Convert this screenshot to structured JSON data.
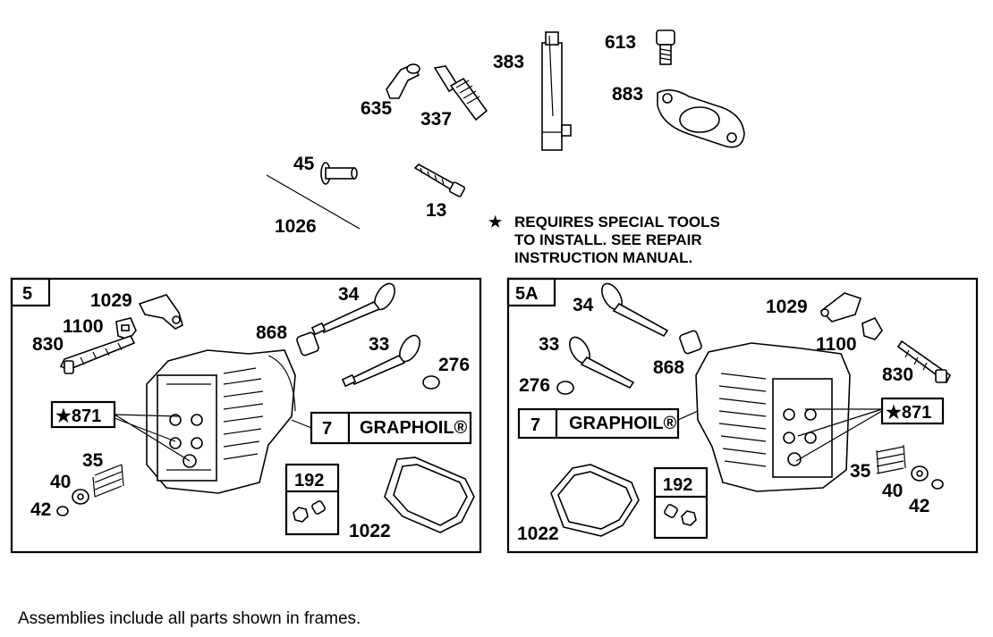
{
  "notes": {
    "star": "★",
    "special_tools": [
      "REQUIRES SPECIAL TOOLS",
      "TO INSTALL.  SEE REPAIR",
      "INSTRUCTION MANUAL."
    ],
    "footer": "Assemblies include all parts shown in frames."
  },
  "top_parts": {
    "p613": "613",
    "p383": "383",
    "p883": "883",
    "p635": "635",
    "p337": "337",
    "p45": "45",
    "p1026": "1026",
    "p13": "13"
  },
  "left_frame": {
    "id": "5",
    "labels": {
      "p1029": "1029",
      "p1100": "1100",
      "p830": "830",
      "p868": "868",
      "p34": "34",
      "p33": "33",
      "p276": "276",
      "p871": "★871",
      "p35": "35",
      "p40": "40",
      "p42": "42",
      "p192": "192",
      "p1022": "1022"
    },
    "graphoil_num": "7",
    "graphoil_text": "GRAPHOIL®"
  },
  "right_frame": {
    "id": "5A",
    "labels": {
      "p34": "34",
      "p1029": "1029",
      "p33": "33",
      "p1100": "1100",
      "p868": "868",
      "p276": "276",
      "p830": "830",
      "p871": "★871",
      "p35": "35",
      "p40": "40",
      "p42": "42",
      "p192": "192",
      "p1022": "1022"
    },
    "graphoil_num": "7",
    "graphoil_text": "GRAPHOIL®"
  }
}
